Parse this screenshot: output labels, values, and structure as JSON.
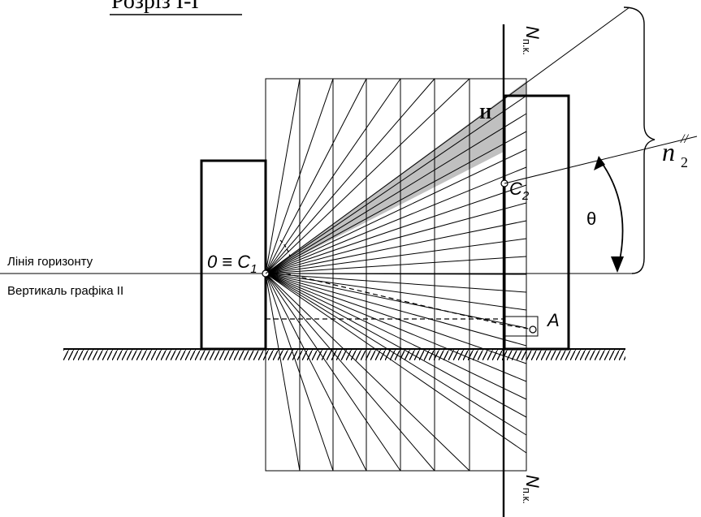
{
  "title": "Розріз I-I",
  "labels": {
    "origin": "0 ≡ C",
    "origin_sub": "1",
    "c2": "C",
    "c2_sub": "2",
    "a": "A",
    "theta": "θ",
    "n2": "n",
    "n2_sub": "2",
    "n2_sup": "//",
    "npk": "N",
    "npk_sub": "п.к.",
    "roman_two": "II",
    "horizon_line": "Лінія горизонту",
    "graph_vertical": "Вертикаль графіка II"
  },
  "colors": {
    "shaded_sector": "#c0c0c0",
    "lines": "#000000"
  }
}
